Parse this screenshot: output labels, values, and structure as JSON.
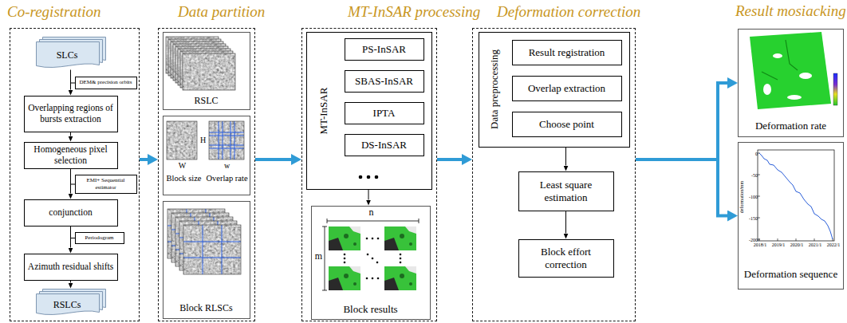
{
  "diagram": {
    "nodes": [
      {
        "text": [
          "Co-registration"
        ]
      },
      {
        "text": [
          "SLCs"
        ],
        "in": 0
      },
      {
        "text": [
          "DEM& precision orbits"
        ],
        "in": 0
      },
      {
        "text": [
          "Overlapping regions of bursts extraction"
        ],
        "in": 0
      },
      {
        "text": [
          "Homogeneous pixel selection"
        ],
        "in": 0
      },
      {
        "text": [
          "EMI+ Sequential estimator"
        ],
        "in": 0
      },
      {
        "text": [
          "conjunction"
        ],
        "in": 0
      },
      {
        "text": [
          "Periodogram"
        ],
        "in": 0
      },
      {
        "text": [
          "Azimuth residual shifts"
        ],
        "in": 0
      },
      {
        "text": [
          "RSLCs"
        ],
        "in": 0
      },
      {
        "text": [
          "Data partition"
        ]
      },
      {
        "text": [
          "RSLC"
        ],
        "in": 10
      },
      {
        "text": [
          "H",
          "W",
          "Block size",
          "w",
          "Overlap rate"
        ],
        "in": 10
      },
      {
        "text": [
          "Block RLSCs"
        ],
        "in": 10
      },
      {
        "text": [
          "MT-InSAR processing"
        ]
      },
      {
        "text": [
          "MT-InSAR"
        ],
        "in": 14
      },
      {
        "text": [
          "PS-InSAR"
        ],
        "in": 15
      },
      {
        "text": [
          "SBAS-InSAR"
        ],
        "in": 15
      },
      {
        "text": [
          "IPTA"
        ],
        "in": 15
      },
      {
        "text": [
          "DS-InSAR"
        ],
        "in": 15
      },
      {
        "text": [
          "n",
          "m",
          "Block results"
        ],
        "in": 14
      },
      {
        "text": [
          "Deformation correction"
        ]
      },
      {
        "text": [
          "Data preprocessing"
        ],
        "in": 21
      },
      {
        "text": [
          "Result registration"
        ],
        "in": 22
      },
      {
        "text": [
          "Overlap extraction"
        ],
        "in": 22
      },
      {
        "text": [
          "Choose point"
        ],
        "in": 22
      },
      {
        "text": [
          "Least square estimation"
        ],
        "in": 21
      },
      {
        "text": [
          "Block effort correction"
        ],
        "in": 21
      },
      {
        "text": [
          "Deformation rate"
        ]
      },
      {
        "text": [
          "0",
          "-50",
          "-100",
          "-150",
          "-200",
          "deformation/mm",
          "2018/1",
          "2019/1",
          "2020/1",
          "2021/1",
          "2022/1",
          "Deformation sequence"
        ]
      }
    ],
    "edges": [
      {
        "from": 1,
        "to": 3,
        "arrow": "to"
      },
      {
        "from": 3,
        "to": 4,
        "arrow": "to"
      },
      {
        "from": 4,
        "to": 6,
        "arrow": "to"
      },
      {
        "from": 6,
        "to": 8,
        "arrow": "to"
      },
      {
        "from": 8,
        "to": 9,
        "arrow": "to"
      },
      {
        "from": 0,
        "to": 10,
        "arrow": "to"
      },
      {
        "from": 10,
        "to": 14,
        "arrow": "to"
      },
      {
        "from": 15,
        "to": 20,
        "arrow": "to"
      },
      {
        "from": 14,
        "to": 21,
        "arrow": "to"
      },
      {
        "from": 22,
        "to": 26,
        "arrow": "to"
      },
      {
        "from": 26,
        "to": 27,
        "arrow": "to"
      },
      {
        "from": 21,
        "to": 28,
        "arrow": "to"
      },
      {
        "from": 21,
        "to": 29,
        "arrow": "to"
      }
    ],
    "labels": [
      "Result mosiacking"
    ]
  }
}
